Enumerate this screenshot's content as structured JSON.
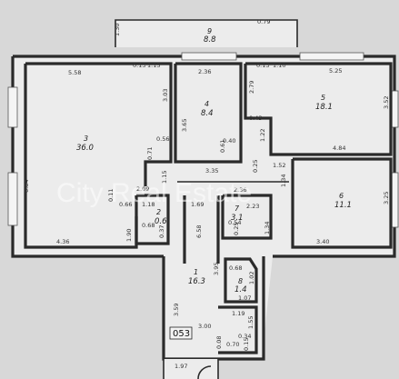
{
  "watermark": "City Real Estate",
  "plan_tag": "053",
  "rooms": [
    {
      "id": "room-1",
      "number": "1",
      "area": "16.3"
    },
    {
      "id": "room-2",
      "number": "2",
      "area": "0.6"
    },
    {
      "id": "room-3",
      "number": "3",
      "area": "36.0"
    },
    {
      "id": "room-4",
      "number": "4",
      "area": "8.4"
    },
    {
      "id": "room-5",
      "number": "5",
      "area": "18.1"
    },
    {
      "id": "room-6",
      "number": "6",
      "area": "11.1"
    },
    {
      "id": "room-7",
      "number": "7",
      "area": "3.1"
    },
    {
      "id": "room-8",
      "number": "8",
      "area": "1.4"
    },
    {
      "id": "room-9",
      "number": "9",
      "area": "8.8"
    }
  ],
  "dims": {
    "balcony_left": "1.30",
    "balcony_right": "0.79",
    "top_a": "0.13",
    "top_b": "1.15",
    "top_c": "0.13",
    "top_d": "1.10",
    "r3_width": "5.58",
    "r4_width": "2.36",
    "r5_width": "5.25",
    "r4_left": "3.65",
    "r4_inner": "3.03",
    "r4_right": "2.79",
    "r4_low": "0.40",
    "r4_low2": "0.61",
    "r3_side": "6.84",
    "r3_bottom": "4.36",
    "r5_right": "3.52",
    "r5_bottom": "4.84",
    "r5_mid": "0.43",
    "r5_mid2": "1.22",
    "hall_top": "3.35",
    "c_a": "0.56",
    "c_b": "0.71",
    "c_c": "0.25",
    "c_d": "1.52",
    "c_e": "1.15",
    "c_f": "1.34",
    "r6_right": "3.25",
    "r6_bottom": "3.40",
    "r2_top": "2.09",
    "r2_a": "0.11",
    "r2_b": "0.66",
    "r2_c": "1.18",
    "r2_d": "0.68",
    "r2_e": "0.37",
    "r2_f": "1.90",
    "hall_mid": "1.69",
    "hall_side": "6.58",
    "hall_r": "3.95",
    "r7_top": "2.36",
    "r7_a": "2.23",
    "r7_b": "0.54",
    "r7_c": "0.25",
    "r7_d": "1.34",
    "r8_a": "0.68",
    "r8_b": "1.02",
    "r8_c": "1.07",
    "hall_bot": "3.59",
    "hall_w": "3.00",
    "low_a": "1.19",
    "low_b": "1.55",
    "low_c": "0.34",
    "low_d": "0.08",
    "low_e": "0.70",
    "low_f": "0.15",
    "stair": "1.97"
  }
}
